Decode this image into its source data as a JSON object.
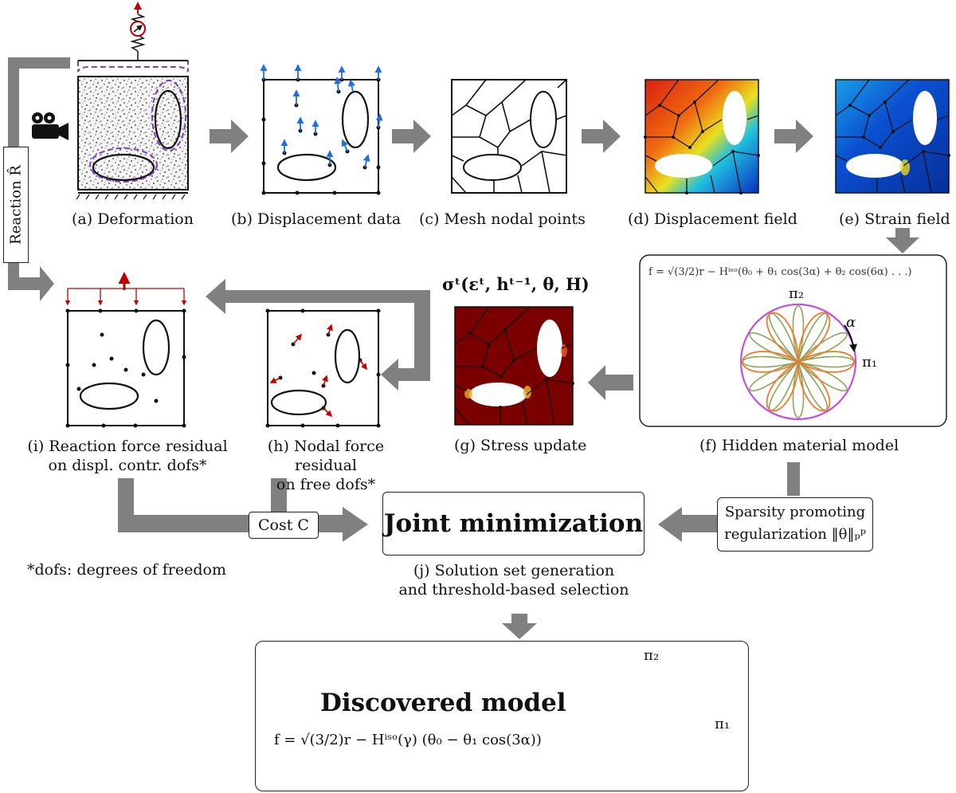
{
  "panels": {
    "a": "(a) Deformation",
    "b": "(b) Displacement data",
    "c": "(c) Mesh nodal points",
    "d": "(d) Displacement field",
    "e": "(e) Strain field",
    "f": "(f) Hidden material model",
    "g": "(g) Stress update",
    "h_line1": "(h) Nodal force residual",
    "h_line2": "on free dofs*",
    "i_line1": "(i) Reaction force residual",
    "i_line2": "on displ. contr. dofs*",
    "j_line1": "(j) Solution set generation",
    "j_line2": "and threshold-based selection"
  },
  "labels": {
    "reaction": "Reaction R̂",
    "stress_eq": "σᵗ(εᵗ, hᵗ⁻¹, θ, H)",
    "hidden_eq": "f = √(3/2)r − Hⁱˢᵒ(θ₀ + θ₁ cos(3α) + θ₂ cos(6α) . . .)",
    "pi1": "π₁",
    "pi2": "π₂",
    "alpha": "α",
    "cost": "Cost C",
    "joint": "Joint minimization",
    "sparsity_line1": "Sparsity promoting",
    "sparsity_line2": "regularization ‖θ‖ₚᵖ",
    "dofs_note": "*dofs: degrees of freedom",
    "discovered_title": "Discovered model",
    "discovered_eq": "f = √(3/2)r − Hⁱˢᵒ(γ) (θ₀ − θ₁ cos(3α))"
  },
  "icons": [
    "video-camera-icon",
    "force-gauge-icon"
  ],
  "colors": {
    "arrow_gray": "#808080",
    "purple": "#9b4dca",
    "orange": "#f07a2a",
    "green": "#8aa65a",
    "red_arrow": "#c00000",
    "blue_arrow": "#1f6fe0"
  }
}
